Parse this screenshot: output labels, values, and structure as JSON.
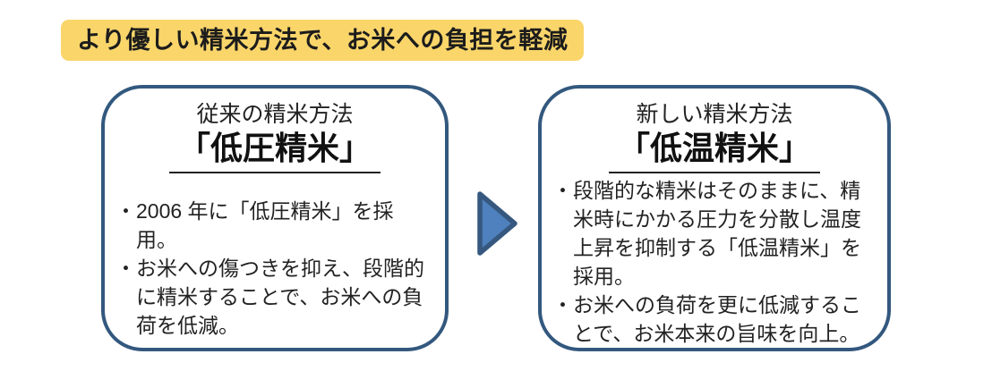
{
  "banner": {
    "text": "より優しい精米方法で、お米への負担を軽減",
    "bg_color": "#FAD56A",
    "text_color": "#1C1C1C"
  },
  "boxes": [
    {
      "id": "conventional-method",
      "subtitle": "従来の精米方法",
      "title": "「低圧精米」",
      "bullets": [
        "・2006 年に「低圧精米」を採用。",
        "・お米への傷つきを抑え、段階的に精米することで、お米への負荷を低減。"
      ]
    },
    {
      "id": "new-method",
      "subtitle": "新しい精米方法",
      "title": "「低温精米」",
      "bullets": [
        "・段階的な精米はそのままに、精米時にかかる圧力を分散し温度上昇を抑制する「低温精米」を採用。",
        "・お米への負荷を更に低減することで、お米本来の旨味を向上。"
      ]
    }
  ],
  "arrow": {
    "direction": "right",
    "fill_color": "#4E81BD",
    "stroke_color": "#36587F"
  },
  "box_border_color": "#33587E"
}
